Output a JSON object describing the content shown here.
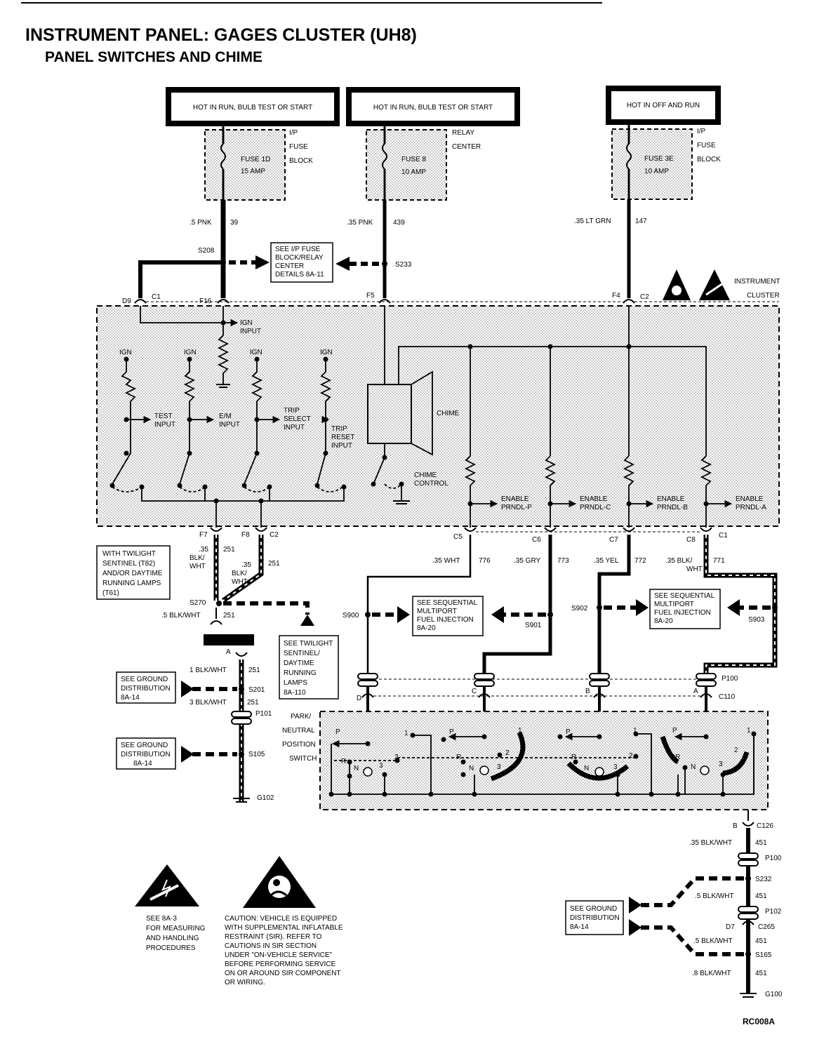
{
  "title": "INSTRUMENT PANEL:  GAGES CLUSTER (UH8)",
  "subtitle": "PANEL SWITCHES AND CHIME",
  "power": [
    {
      "label": "HOT IN RUN, BULB TEST OR START"
    },
    {
      "label": "HOT IN RUN, BULB TEST OR START"
    },
    {
      "label": "HOT IN OFF AND RUN"
    }
  ],
  "fuse_block": [
    {
      "loc1": "I/P",
      "loc2": "FUSE",
      "loc3": "BLOCK",
      "name": "FUSE 1D",
      "rating": "15 AMP",
      "wire": ".5 PNK",
      "circuit": "39"
    },
    {
      "loc1": "RELAY",
      "loc2": "CENTER",
      "name": "FUSE 8",
      "rating": "10 AMP",
      "wire": ".35 PNK",
      "circuit": "439"
    },
    {
      "loc1": "I/P",
      "loc2": "FUSE",
      "loc3": "BLOCK",
      "name": "FUSE 3E",
      "rating": "10 AMP",
      "wire": ".35 LT GRN",
      "circuit": "147"
    }
  ],
  "splices": {
    "s208": "S208",
    "s233": "S233",
    "s270": "S270",
    "s201": "S201",
    "s105": "S105",
    "s900": "S900",
    "s901": "S901",
    "s902": "S902",
    "s903": "S903",
    "s232": "S232",
    "s165": "S165"
  },
  "ref_fuse_details": [
    "SEE I/P FUSE",
    "BLOCK/RELAY",
    "CENTER",
    "DETAILS 8A-11"
  ],
  "cluster": {
    "name1": "INSTRUMENT",
    "name2": "CLUSTER",
    "pins": {
      "d9": "D9",
      "c1": "C1",
      "f16": "F16",
      "f5": "F5",
      "f4": "F4",
      "c2": "C2",
      "f7": "F7",
      "f8": "F8",
      "c2b": "C2",
      "c5": "C5",
      "c6": "C6",
      "c7": "C7",
      "c8": "C8",
      "c1b": "C1"
    },
    "ign_input": [
      "IGN",
      "INPUT"
    ],
    "ign": "IGN",
    "inputs": [
      [
        "TEST",
        "INPUT"
      ],
      [
        "E/M",
        "INPUT"
      ],
      [
        "TRIP",
        "SELECT",
        "INPUT"
      ],
      [
        "TRIP",
        "RESET",
        "INPUT"
      ]
    ],
    "chime": "CHIME",
    "chime_control": [
      "CHIME",
      "CONTROL"
    ],
    "enables": [
      [
        "ENABLE",
        "PRNDL-P"
      ],
      [
        "ENABLE",
        "PRNDL-C"
      ],
      [
        "ENABLE",
        "PRNDL-B"
      ],
      [
        "ENABLE",
        "PRNDL-A"
      ]
    ]
  },
  "cluster_wires": [
    {
      "gauge": ".35 WHT",
      "circuit": "776"
    },
    {
      "gauge": ".35 GRY",
      "circuit": "773"
    },
    {
      "gauge": ".35 YEL",
      "circuit": "772"
    },
    {
      "gauge": ".35 BLK/",
      "gauge2": "WHT",
      "circuit": "771"
    }
  ],
  "ground_wires": {
    "f7": [
      ".35",
      "BLK/",
      "WHT"
    ],
    "f7_circuit": "251",
    "f8": [
      ".35",
      "BLK/",
      "WHT"
    ],
    "f8_circuit": "251",
    "s270_wire": ".5 BLK/WHT",
    "s270_circuit": "251",
    "a_pin": "A",
    "w1": "1 BLK/WHT",
    "w1_circuit": "251",
    "w3": "3 BLK/WHT",
    "w3_circuit": "251",
    "p101": "P101",
    "g102": "G102"
  },
  "twilight_note": [
    "WITH TWILIGHT",
    "SENTINEL (T82)",
    "AND/OR DAYTIME",
    "RUNNING LAMPS",
    "(T61)"
  ],
  "twilight_ref": [
    "SEE TWILIGHT",
    "SENTINEL/",
    "DAYTIME",
    "RUNNING",
    "LAMPS",
    "8A-110"
  ],
  "ground_ref": [
    "SEE GROUND",
    "DISTRIBUTION",
    "8A-14"
  ],
  "sfi_ref": [
    "SEE SEQUENTIAL",
    "MULTIPORT",
    "FUEL INJECTION",
    "8A-20"
  ],
  "connectors": {
    "d": "D",
    "c": "C",
    "b": "B",
    "a": "A",
    "p100": "P100",
    "c110": "C110"
  },
  "pnp_switch": [
    "PARK/",
    "NEUTRAL",
    "POSITION",
    "SWITCH"
  ],
  "switch_marks": {
    "p": "P",
    "r": "R",
    "n": "N",
    "one": "1",
    "two": "2",
    "three": "3"
  },
  "right_ground": {
    "b_pin": "B",
    "c126": "C126",
    "w1": ".35 BLK/WHT",
    "c1": "451",
    "p100": "P100",
    "w2": ".5 BLK/WHT",
    "c2": "451",
    "p102": "P102",
    "d7": "D7",
    "c265": "C265",
    "w3": ".5 BLK/WHT",
    "c3": "451",
    "w4": ".8 BLK/WHT",
    "c4": "451",
    "g100": "G100"
  },
  "esd_note": [
    "SEE 8A-3",
    "FOR MEASURING",
    "AND HANDLING",
    "PROCEDURES"
  ],
  "sir_note": [
    "CAUTION: VEHICLE IS EQUIPPED",
    "WITH SUPPLEMENTAL INFLATABLE",
    "RESTRAINT (SIR). REFER TO",
    "CAUTIONS IN SIR SECTION",
    "UNDER \"ON-VEHICLE SERVICE\"",
    "BEFORE PERFORMING SERVICE",
    "ON OR AROUND SIR COMPONENT",
    "OR WIRING."
  ],
  "code": "RC008A"
}
